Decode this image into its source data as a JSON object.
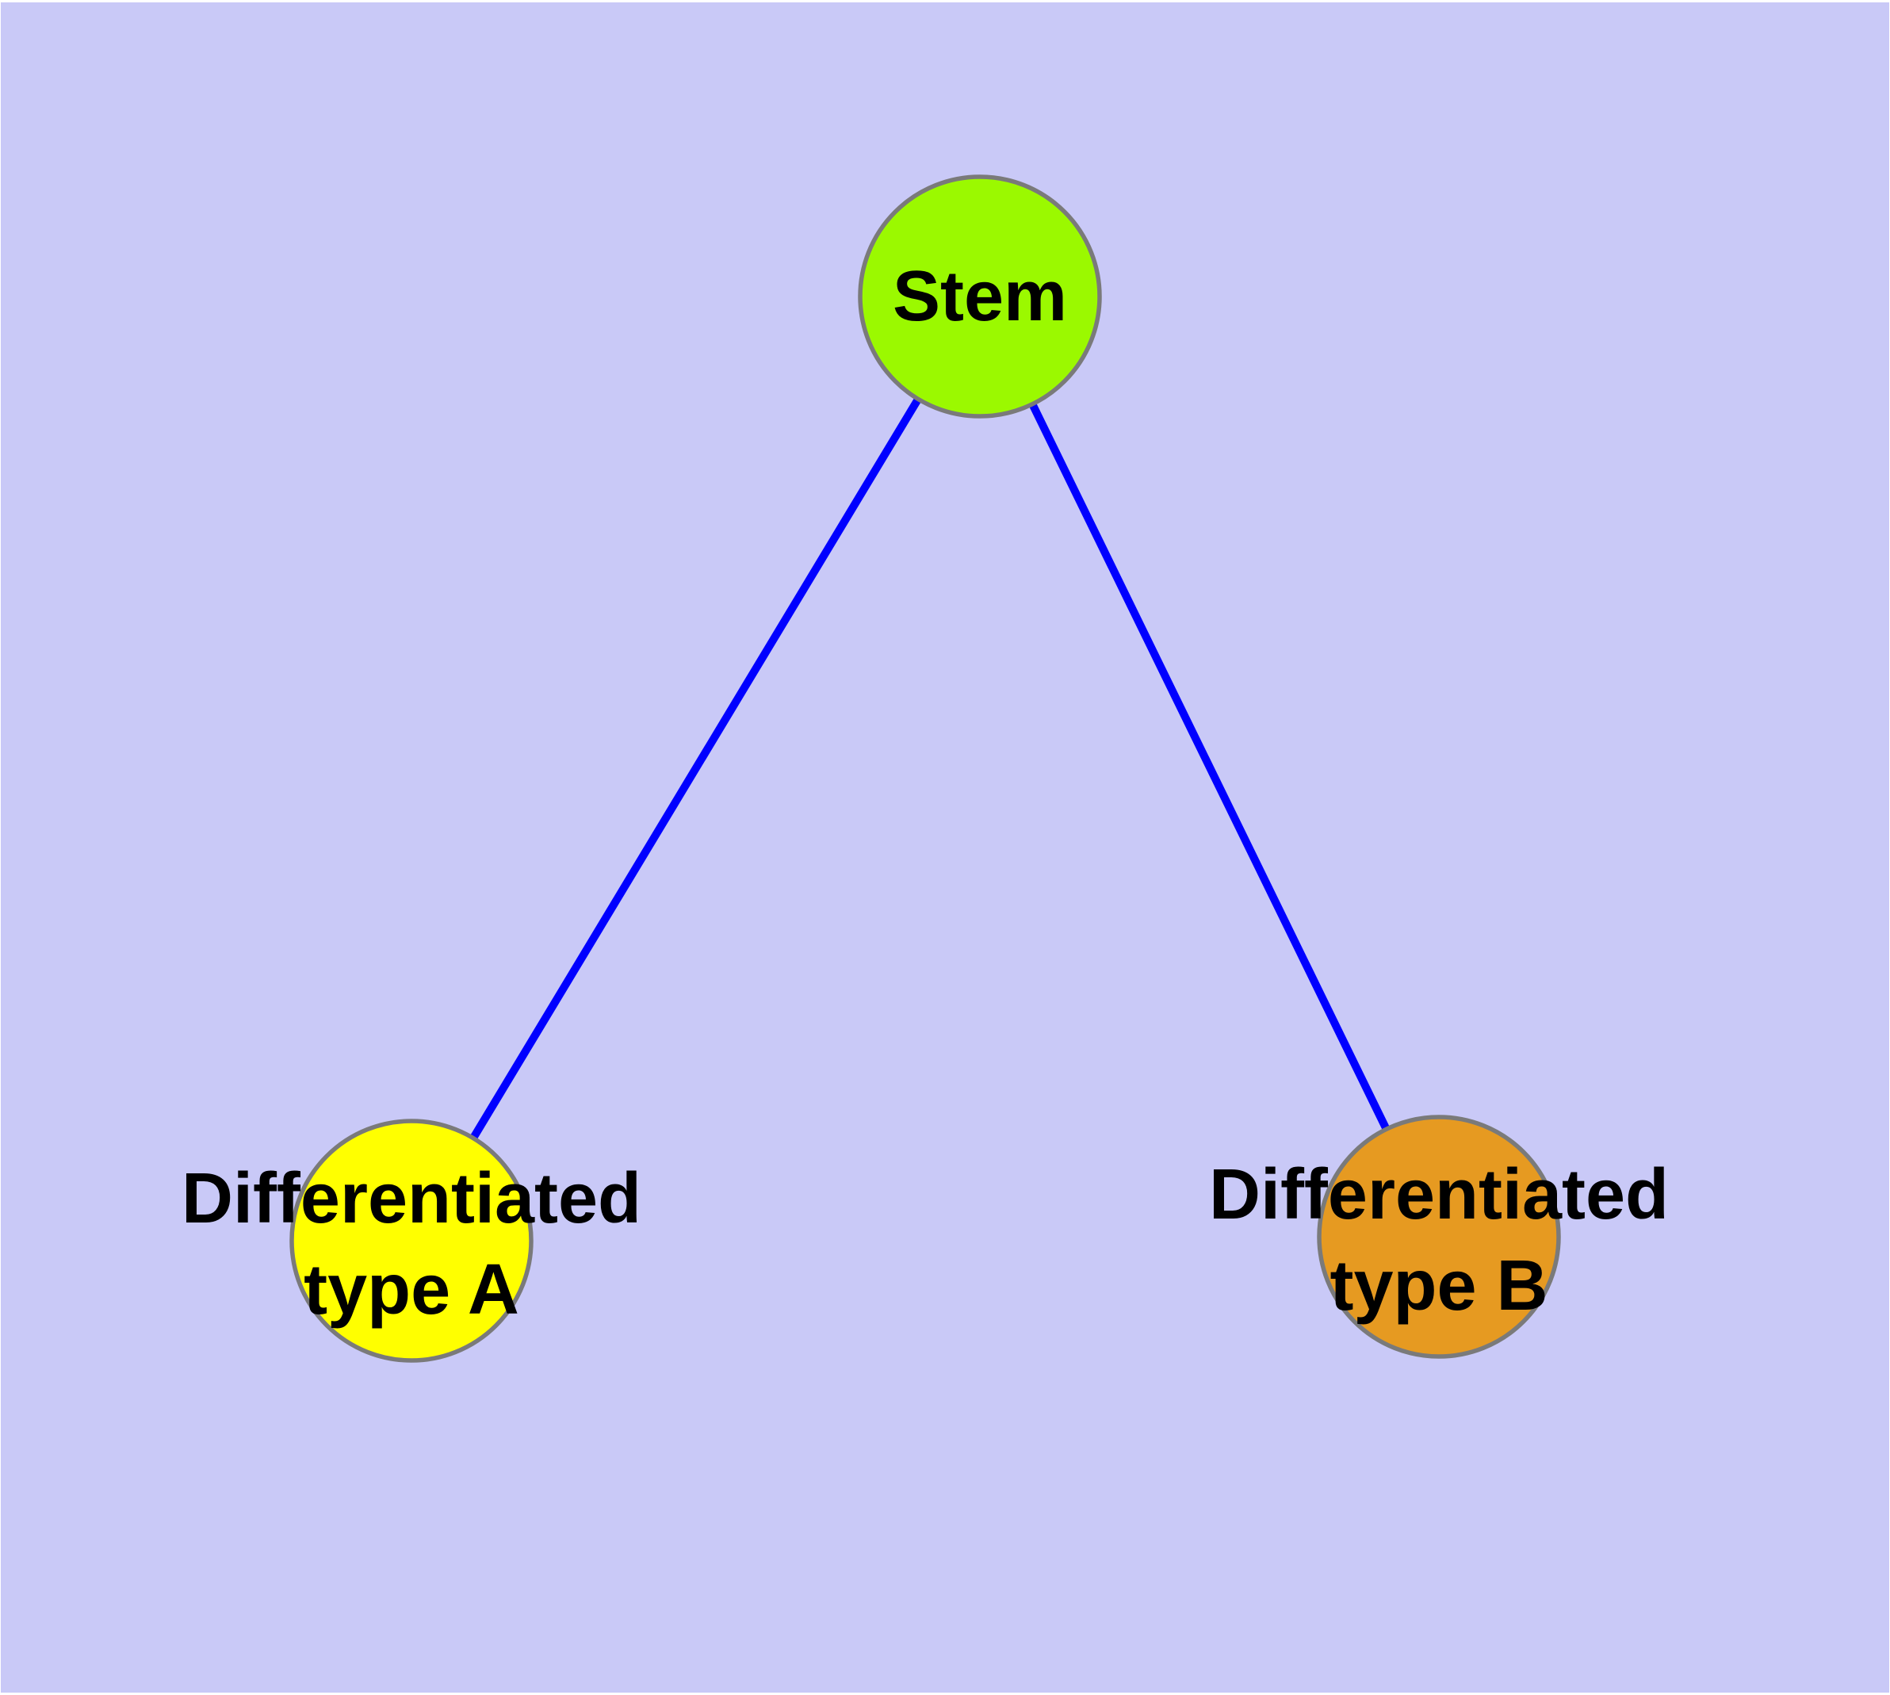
{
  "diagram": {
    "type": "graph",
    "description": "Cell differentiation graph: one stem node connected to two differentiated type nodes",
    "colors": {
      "background": "#C9C9F7",
      "frame": "#FFFFFF",
      "edge": "#0000FF",
      "node_border": "#7A7A7A",
      "label": "#000000"
    },
    "nodes": [
      {
        "id": "stem",
        "lines": [
          "Stem"
        ],
        "label": "Stem",
        "fill": "#9BF900"
      },
      {
        "id": "differentiated-type-a",
        "lines": [
          "Differentiated",
          "type A"
        ],
        "label": "Differentiated type A",
        "fill": "#FFFF00"
      },
      {
        "id": "differentiated-type-b",
        "lines": [
          "Differentiated",
          "type B"
        ],
        "label": "Differentiated type B",
        "fill": "#E69A21"
      }
    ],
    "edges": [
      {
        "from": "stem",
        "to": "differentiated-type-a"
      },
      {
        "from": "stem",
        "to": "differentiated-type-b"
      }
    ]
  }
}
